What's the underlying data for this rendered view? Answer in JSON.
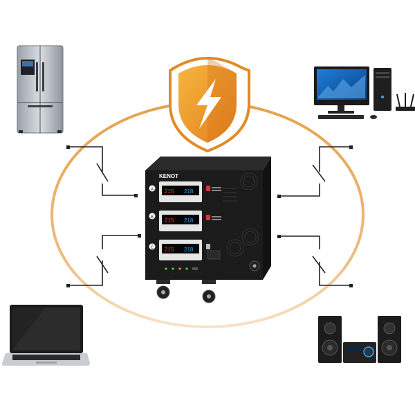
{
  "scene": {
    "device": {
      "brand": "KENOT",
      "phases": [
        "A",
        "B",
        "C"
      ],
      "readings": [
        {
          "input": "215",
          "output": "218"
        },
        {
          "input": "215",
          "output": "218"
        },
        {
          "input": "215",
          "output": "218"
        }
      ]
    },
    "icons": {
      "shield": "shield-lightning-icon",
      "fridge": "refrigerator-icon",
      "computer": "desktop-computer-icon",
      "laptop": "laptop-icon",
      "stereo": "hifi-speakers-icon"
    },
    "colors": {
      "ring": "#e0a24a",
      "shield_dark": "#e8922a",
      "shield_light": "#f5b03a",
      "device_body": "#1b1b1b",
      "display_red": "#ff3a2a",
      "display_blue": "#2aa8ff"
    }
  }
}
